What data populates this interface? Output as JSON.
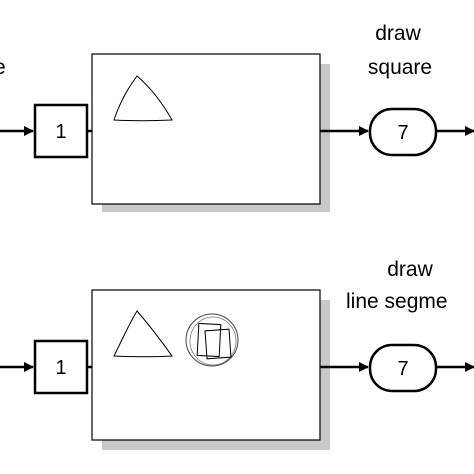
{
  "colors": {
    "stroke": "#000000",
    "panel": "#ffffff",
    "shadow": "#c8c8c8",
    "background": "#ffffff"
  },
  "top_row": {
    "left_label_fragment": "e",
    "input_box_value": "1",
    "output_label_line1": "draw",
    "output_label_line2": "square",
    "output_box_value": "7"
  },
  "bottom_row": {
    "input_box_value": "1",
    "output_label_line1": "draw",
    "output_label_line2": "line segme",
    "output_box_value": "7"
  }
}
